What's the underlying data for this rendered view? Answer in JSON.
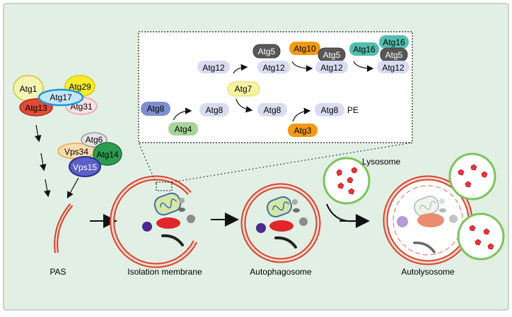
{
  "colors": {
    "background": "#e2efe4",
    "membrane": "#d8432e",
    "lysosome_border": "#7cc35c",
    "star": "#e8363a",
    "mito_fill": "#d6e6a6",
    "mito_outline": "#3d6ea8",
    "purple": "#4b2a8c",
    "red_oval": "#e0272a",
    "gray": "#8c8c8c",
    "dark_bar": "#222222"
  },
  "initiation_complex": {
    "atg1": "Atg1",
    "atg17": "Atg17",
    "atg29": "Atg29",
    "atg13": "Atg13",
    "atg31": "Atg31"
  },
  "pi3k_complex": {
    "atg6": "Atg6",
    "vps34": "Vps34",
    "atg14": "Atg14",
    "vps15": "Vps15"
  },
  "conjugation": {
    "row1": {
      "atg12_a": "Atg12",
      "atg5_top": "Atg5",
      "atg12_b": "Atg12",
      "atg10": "Atg10",
      "atg5_b": "Atg5",
      "atg12_c": "Atg12",
      "atg16_mid": "Atg16",
      "atg16_top": "Atg16",
      "atg5_c": "Atg5",
      "atg12_d": "Atg12"
    },
    "atg7": "Atg7",
    "row2": {
      "atg8_blue": "Atg8",
      "atg8_b": "Atg8",
      "atg8_c": "Atg8",
      "atg8_d": "Atg8",
      "pe": "PE"
    },
    "atg4": "Atg4",
    "atg3": "Atg3"
  },
  "stages": {
    "pas": "PAS",
    "isolation_membrane": "Isolation membrane",
    "autophagosome": "Autophagosome",
    "autolysosome": "Autolysosome"
  },
  "lysosome_label": "Lysosome"
}
